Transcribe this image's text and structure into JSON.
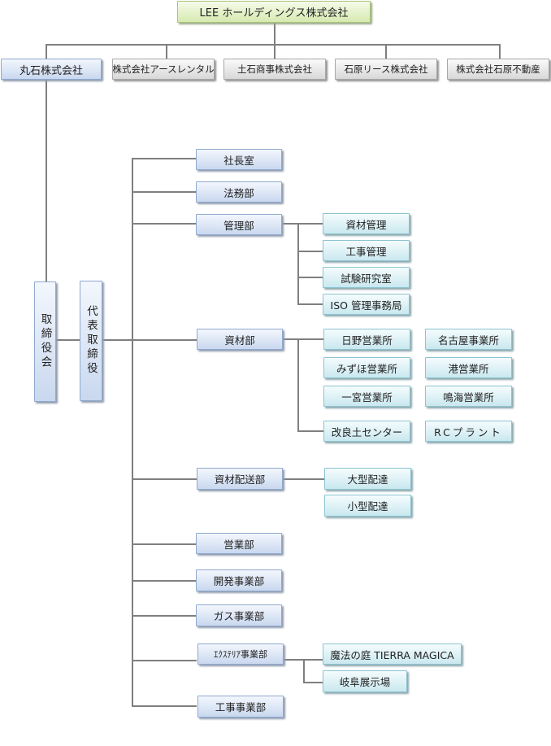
{
  "root": {
    "label": "LEE ホールディングス株式会社"
  },
  "subsidiaries": [
    {
      "label": "丸石株式会社",
      "highlighted": true
    },
    {
      "label": "株式会社アースレンタル"
    },
    {
      "label": "土石商事株式会社"
    },
    {
      "label": "石原リース株式会社"
    },
    {
      "label": "株式会社石原不動産"
    }
  ],
  "board": {
    "label": "取締役会"
  },
  "representative": {
    "label": "代表取締役"
  },
  "departments": [
    {
      "label": "社長室",
      "children": []
    },
    {
      "label": "法務部",
      "children": []
    },
    {
      "label": "管理部",
      "children": [
        "資材管理",
        "工事管理",
        "試験研究室",
        "ISO 管理事務局"
      ]
    },
    {
      "label": "資材部",
      "children": [
        "日野営業所",
        "名古屋事業所",
        "みずほ営業所",
        "港営業所",
        "一宮営業所",
        "鳴海営業所",
        "改良土センター",
        "RCプラント"
      ]
    },
    {
      "label": "資材配送部",
      "children": [
        "大型配達",
        "小型配達"
      ]
    },
    {
      "label": "営業部",
      "children": []
    },
    {
      "label": "開発事業部",
      "children": []
    },
    {
      "label": "ガス事業部",
      "children": []
    },
    {
      "label": "ｴｸｽﾃﾘｱ事業部",
      "children": [
        "魔法の庭 TIERRA MAGICA",
        "岐阜展示場"
      ]
    },
    {
      "label": "工事事業部",
      "children": []
    }
  ],
  "colors": {
    "root_fill": "#d6eab0",
    "subsidiary_fill": "#d8d8d8",
    "highlight_fill": "#c9d8ef",
    "department_fill": "#c9d8ef",
    "section_fill": "#c9e8ef",
    "connector": "#7f7f7f"
  }
}
